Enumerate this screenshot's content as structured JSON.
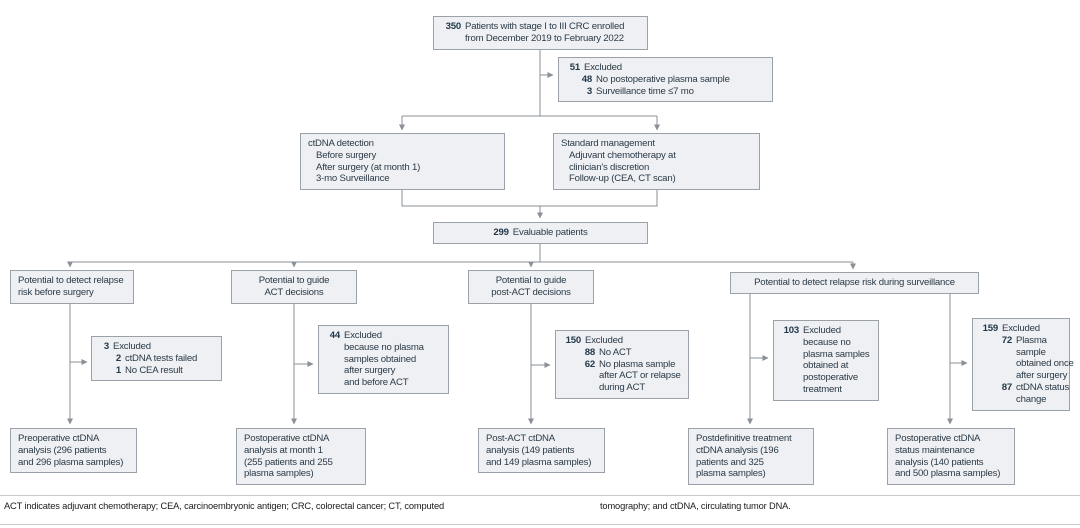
{
  "colors": {
    "box_fill": "#eef0f3",
    "box_border": "#9aa1a8",
    "wire": "#8a9096",
    "text": "#2b3a47"
  },
  "fc": {
    "enrolled": {
      "num": "350",
      "text": "Patients with stage I to III CRC enrolled",
      "text2": "from December 2019 to February 2022"
    },
    "excludedTop": {
      "num": "51",
      "label": "Excluded",
      "items": [
        {
          "num": "48",
          "text": "No postoperative plasma sample"
        },
        {
          "num": "3",
          "text": "Surveillance time ≤7 mo"
        }
      ]
    },
    "ctdnaDetection": {
      "title": "ctDNA detection",
      "lines": [
        "Before surgery",
        "After surgery (at month 1)",
        "3-mo Surveillance"
      ]
    },
    "standardMgmt": {
      "title": "Standard management",
      "lines": [
        "Adjuvant chemotherapy at",
        "clinician's discretion",
        "Follow-up (CEA, CT scan)"
      ]
    },
    "evaluable": {
      "num": "299",
      "text": "Evaluable patients"
    },
    "h1": {
      "line1": "Potential to detect relapse",
      "line2": "risk before surgery"
    },
    "h2": {
      "line1": "Potential to guide",
      "line2": "ACT decisions"
    },
    "h3": {
      "line1": "Potential to guide",
      "line2": "post-ACT decisions"
    },
    "h4": {
      "text": "Potential to detect relapse risk during surveillance"
    },
    "exc1": {
      "num": "3",
      "label": "Excluded",
      "items": [
        {
          "num": "2",
          "text": "ctDNA tests failed"
        },
        {
          "num": "1",
          "text": "No CEA result"
        }
      ]
    },
    "exc2": {
      "num": "44",
      "label": "Excluded",
      "lines": [
        "because no plasma",
        "samples obtained",
        "after surgery",
        "and before ACT"
      ]
    },
    "exc3": {
      "num": "150",
      "label": "Excluded",
      "items": [
        {
          "num": "88",
          "text": "No ACT"
        },
        {
          "num": "62",
          "text": "No plasma sample"
        }
      ],
      "cont": [
        "after ACT or relapse",
        "during ACT"
      ]
    },
    "exc4": {
      "num": "103",
      "label": "Excluded",
      "lines": [
        "because no",
        "plasma samples",
        "obtained at",
        "postoperative",
        "treatment"
      ]
    },
    "exc5": {
      "num": "159",
      "label": "Excluded",
      "item1num": "72",
      "item1": "Plasma",
      "item1cont": [
        "sample",
        "obtained once",
        "after surgery"
      ],
      "item2num": "87",
      "item2": "ctDNA status",
      "item2cont": [
        "change"
      ]
    },
    "out1": {
      "lines": [
        "Preoperative ctDNA",
        "analysis (296 patients",
        "and 296 plasma samples)"
      ]
    },
    "out2": {
      "lines": [
        "Postoperative ctDNA",
        "analysis at month 1",
        "(255 patients and 255",
        "plasma samples)"
      ]
    },
    "out3": {
      "lines": [
        "Post-ACT ctDNA",
        "analysis (149 patients",
        "and 149 plasma samples)"
      ]
    },
    "out4": {
      "lines": [
        "Postdefinitive treatment",
        "ctDNA analysis (196",
        "patients and 325",
        "plasma samples)"
      ]
    },
    "out5": {
      "lines": [
        "Postoperative ctDNA",
        "status maintenance",
        "analysis (140 patients",
        "and 500 plasma samples)"
      ]
    }
  },
  "footnote": {
    "left": "ACT indicates adjuvant chemotherapy; CEA, carcinoembryonic antigen; CRC, colorectal cancer; CT, computed",
    "right": "tomography; and ctDNA, circulating tumor DNA."
  }
}
